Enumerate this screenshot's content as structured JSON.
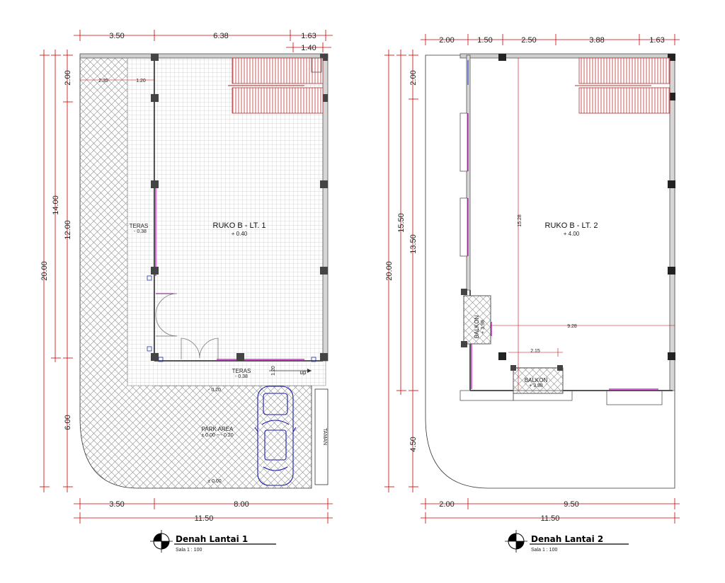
{
  "plan1": {
    "title": "Denah Lantai 1",
    "scale": "Sala 1 : 100",
    "room_name": "RUKO B - LT. 1",
    "room_level": "+ 0.40",
    "teras_left": "TERAS",
    "teras_left_level": "- 0.38",
    "teras_bottom": "TERAS",
    "teras_bottom_level": "- 0.38",
    "park_area": "PARK AREA",
    "park_area_level": "± 0.00 ~ - 0.20",
    "park_point_level": "± 0.00",
    "park_top_level": "- 0.20",
    "taman": "TAMAN",
    "up_label": "up",
    "inner_dim_a": "2.35",
    "inner_dim_b": "1.20",
    "inner_dim_c": "1.20",
    "dims_top": [
      "3.50",
      "6.38",
      "1.63"
    ],
    "dim_top_sub": "1.40",
    "dims_left_outer": "20.00",
    "dims_left_mid": "14.00",
    "dims_left_inner": [
      "2.00",
      "12.00",
      "6.00"
    ],
    "dims_bottom": [
      "3.50",
      "8.00"
    ],
    "dim_bottom_total": "11.50"
  },
  "plan2": {
    "title": "Denah Lantai 2",
    "scale": "Sala 1 : 100",
    "room_name": "RUKO B - LT. 2",
    "room_level": "+ 4.00",
    "balkon_left": "BALKON",
    "balkon_left_level": "+ 3.98",
    "balkon_bottom": "BALKON",
    "balkon_bottom_level": "+ 3.98",
    "inner_dim_vertical": "15.28",
    "inner_dim_horizontal": "9.28",
    "inner_dim_small": "2.15",
    "dims_top": [
      "2.00",
      "1.50",
      "2.50",
      "3.88",
      "1.63"
    ],
    "dims_left_outer": "20.00",
    "dims_left_mid": "15.50",
    "dims_left_inner": [
      "2.00",
      "13.50",
      "4.50"
    ],
    "dims_bottom": [
      "2.00",
      "9.50"
    ],
    "dim_bottom_total": "11.50"
  },
  "colors": {
    "dimension": "#cc0000",
    "wall": "#555555",
    "window": "#cc00cc",
    "stair": "#aa2222",
    "car": "#1a1ab0",
    "column": "#444444"
  }
}
